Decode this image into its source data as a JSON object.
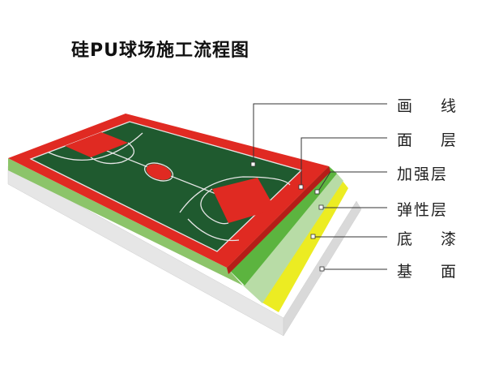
{
  "title": "硅PU球场施工流程图",
  "layers": [
    {
      "label": "画　线",
      "color": "#ffffff"
    },
    {
      "label": "面　层",
      "color": "#e02a22"
    },
    {
      "label": "加强层",
      "color": "#5cb43f"
    },
    {
      "label": "弹性层",
      "color": "#b8dca6"
    },
    {
      "label": "底　漆",
      "color": "#ecec22"
    },
    {
      "label": "基　面",
      "color": "#e8e8e8"
    }
  ],
  "court": {
    "surface_color": "#1f5a2f",
    "border_color": "#e02a22",
    "line_color": "#e6e6e6"
  }
}
